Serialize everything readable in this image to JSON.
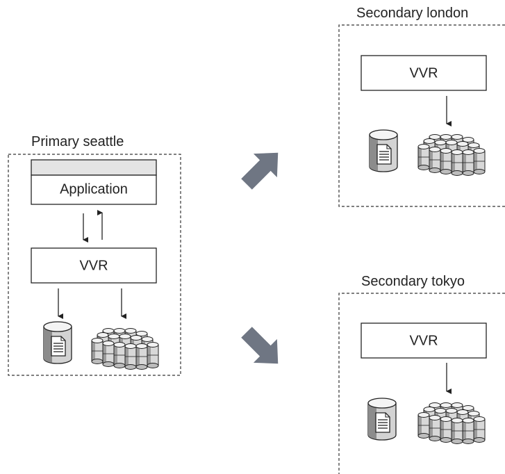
{
  "sites": {
    "primary": {
      "title": "Primary seattle",
      "app_label": "Application",
      "vvr_label": "VVR"
    },
    "london": {
      "title": "Secondary london",
      "vvr_label": "VVR"
    },
    "tokyo": {
      "title": "Secondary tokyo",
      "vvr_label": "VVR"
    }
  },
  "colors": {
    "line": "#222222",
    "dashed_border": "#333333",
    "app_header": "#e4e4e4",
    "replication_arrow": "#6f7683",
    "disk_fill": "#d6d6d6",
    "disk_dark": "#9a9a9a"
  },
  "icons": {
    "log_volume": "database-document-icon",
    "data_volumes": "disk-array-icon",
    "replication": "replication-arrow-icon"
  }
}
